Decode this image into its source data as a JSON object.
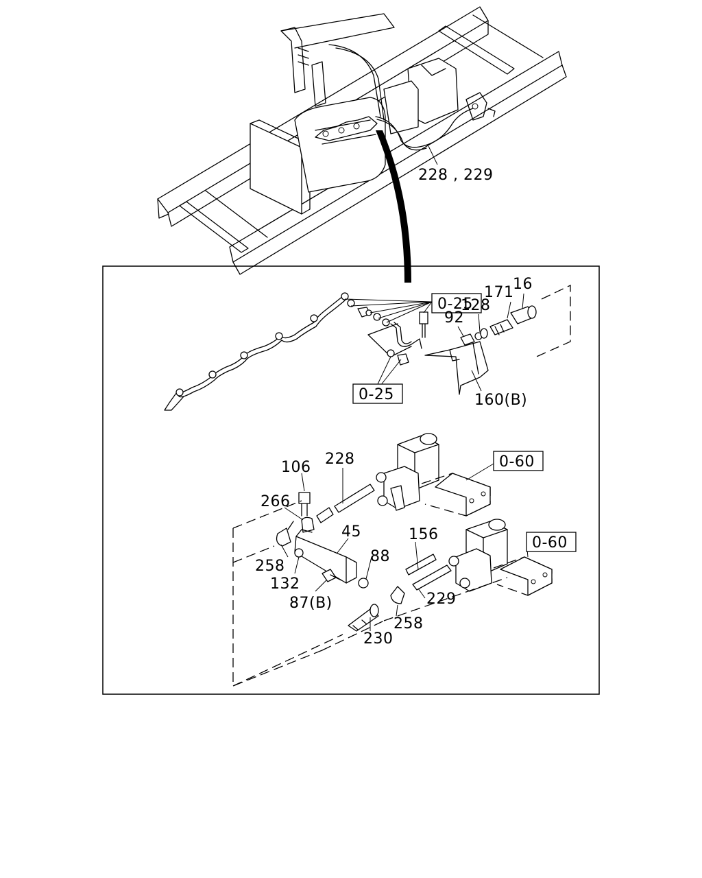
{
  "labels": {
    "top_harness": "228 , 229",
    "ref_o25_top": "0-25",
    "ref_o25_bottom": "0-25",
    "p171": "171",
    "p16": "16",
    "p128": "128",
    "p92": "92",
    "p160b": "160(B)",
    "p106": "106",
    "p228": "228",
    "ref_o60_a": "0-60",
    "p266": "266",
    "p45": "45",
    "p156": "156",
    "ref_o60_b": "0-60",
    "p88": "88",
    "p258_left": "258",
    "p132": "132",
    "p87b": "87(B)",
    "p229": "229",
    "p258_right": "258",
    "p230": "230"
  }
}
